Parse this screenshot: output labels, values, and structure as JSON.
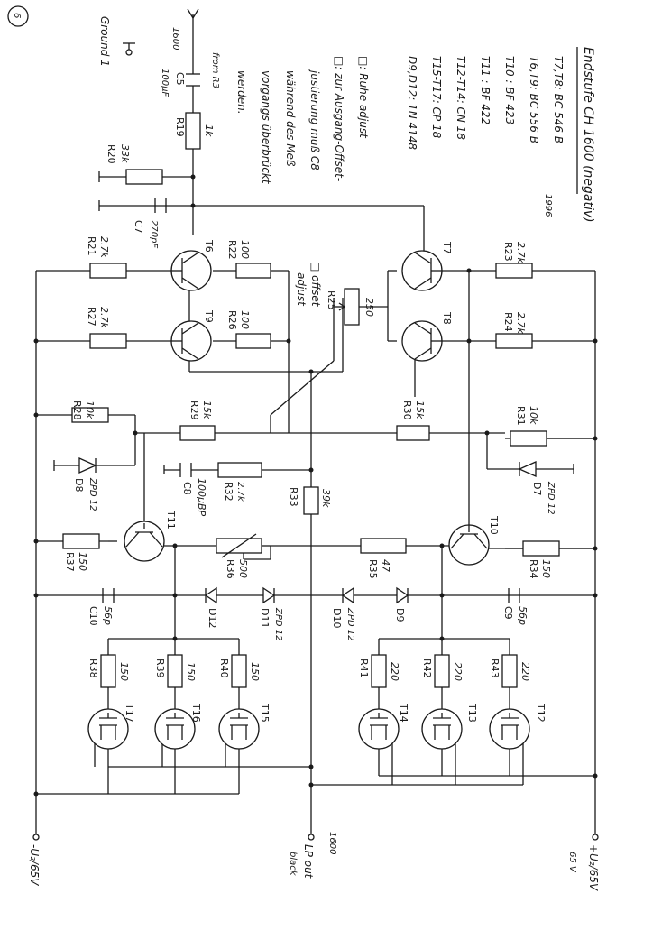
{
  "title": "Endstufe CH 1600 (negativ)",
  "title_note": "1996",
  "page_number": "6",
  "legend": [
    "T7,T8: BC 546 B",
    "T6,T9: BC 556 B",
    "T10 : BF 423",
    "T11 : BF 422",
    "T12-T14: CN 18",
    "T15-T17: CP 18",
    "D9,D12: 1N 4148",
    "□: Ruhe adjust",
    "□: zur Ausgang-Offset-",
    "justierung muß C8",
    "während des Meß-",
    "vorgangs überbrückt",
    "werden."
  ],
  "offset_note": [
    "□ offset",
    "adjust"
  ],
  "input": {
    "label": "from R3",
    "note": "1600",
    "ground": "Ground 1"
  },
  "rails": {
    "negative": "-U₂/65V",
    "positive": "+U₂/65V",
    "positive_sub": "65 V"
  },
  "output": {
    "label": "LP out",
    "sub": "black",
    "note": "1600"
  },
  "components": {
    "C5": {
      "name": "C5",
      "value": "100µF"
    },
    "R19": {
      "name": "R19",
      "value": "1k"
    },
    "R20": {
      "name": "R20",
      "value": "33k"
    },
    "C7": {
      "name": "C7",
      "value": "270pF"
    },
    "T6": {
      "name": "T6"
    },
    "T7": {
      "name": "T7"
    },
    "T8": {
      "name": "T8"
    },
    "T9": {
      "name": "T9"
    },
    "T10": {
      "name": "T10"
    },
    "T11": {
      "name": "T11"
    },
    "T12": {
      "name": "T12"
    },
    "T13": {
      "name": "T13"
    },
    "T14": {
      "name": "T14"
    },
    "T15": {
      "name": "T15"
    },
    "T16": {
      "name": "T16"
    },
    "T17": {
      "name": "T17"
    },
    "R21": {
      "name": "R21",
      "value": "2.7k"
    },
    "R22": {
      "name": "R22",
      "value": "100"
    },
    "R23": {
      "name": "R23",
      "value": "2.7k"
    },
    "R24": {
      "name": "R24",
      "value": "2.7k"
    },
    "R25": {
      "name": "R25",
      "value": "250"
    },
    "R26": {
      "name": "R26",
      "value": "100"
    },
    "R27": {
      "name": "R27",
      "value": "2.7k"
    },
    "R28": {
      "name": "R28",
      "value": "10k"
    },
    "R29": {
      "name": "R29",
      "value": "15k"
    },
    "R30": {
      "name": "R30",
      "value": "15k"
    },
    "R31": {
      "name": "R31",
      "value": "10k"
    },
    "D7": {
      "name": "D7",
      "value": "ZPD 12"
    },
    "D8": {
      "name": "D8",
      "value": "ZPD 12"
    },
    "C8": {
      "name": "C8",
      "value": "100µBP"
    },
    "R32": {
      "name": "R32",
      "value": "2.7k"
    },
    "R33": {
      "name": "R33",
      "value": "39k"
    },
    "R34": {
      "name": "R34",
      "value": "150"
    },
    "R35": {
      "name": "R35",
      "value": "47"
    },
    "R36": {
      "name": "R36",
      "value": "500"
    },
    "R37": {
      "name": "R37",
      "value": "150"
    },
    "C9": {
      "name": "C9",
      "value": "56p"
    },
    "C10": {
      "name": "C10",
      "value": "56p"
    },
    "D9": {
      "name": "D9"
    },
    "D10": {
      "name": "D10",
      "value": "ZPD 12"
    },
    "D11": {
      "name": "D11",
      "value": "ZPD 12"
    },
    "D12": {
      "name": "D12"
    },
    "R38": {
      "name": "R38",
      "value": "150"
    },
    "R39": {
      "name": "R39",
      "value": "150"
    },
    "R40": {
      "name": "R40",
      "value": "150"
    },
    "R41": {
      "name": "R41",
      "value": "220"
    },
    "R42": {
      "name": "R42",
      "value": "220"
    },
    "R43": {
      "name": "R43",
      "value": "220"
    }
  }
}
